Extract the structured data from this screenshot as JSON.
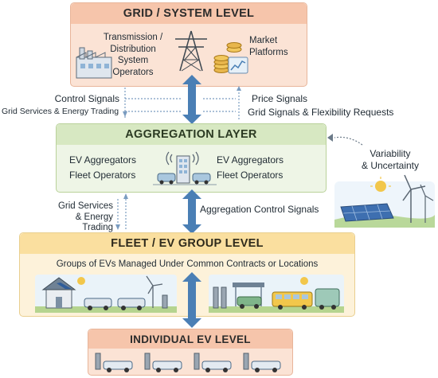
{
  "grid": {
    "title": "GRID / SYSTEM LEVEL",
    "tso_line1": "Transmission /",
    "tso_line2": "Distribution",
    "tso_line3": "System",
    "tso_line4": "Operators",
    "market_line1": "Market",
    "market_line2": "Platforms"
  },
  "signals_top": {
    "control": "Control Signals",
    "grid_services": "Grid Services & Energy Trading",
    "price": "Price Signals",
    "grid_signals": "Grid Signals & Flexibility Requests"
  },
  "aggregation": {
    "title": "AGGREGATION LAYER",
    "left_1": "EV Aggregators",
    "left_2": "Fleet Operators",
    "right_1": "EV Aggregators",
    "right_2": "Fleet Operators"
  },
  "variability": {
    "line1": "Variability",
    "line2": "& Uncertainty"
  },
  "signals_mid": {
    "services_1": "Grid Services",
    "services_2": "& Energy",
    "services_3": "Trading",
    "aggregation_control": "Aggregation Control Signals"
  },
  "fleet": {
    "title": "FLEET / EV GROUP LEVEL",
    "subtitle": "Groups of EVs Managed Under Common Contracts or Locations"
  },
  "individual": {
    "title": "INDIVIDUAL EV LEVEL"
  },
  "colors": {
    "grid_fill": "#fbe3d5",
    "grid_header": "#f6c5ab",
    "agg_fill": "#eef5e6",
    "agg_header": "#d7e8c2",
    "fleet_fill": "#fdf2da",
    "fleet_header": "#fadf9f",
    "indiv_fill": "#fbe3d5",
    "indiv_header": "#f6c5ab",
    "arrow": "#4a7fb5",
    "dotted": "#7a9cc0"
  }
}
